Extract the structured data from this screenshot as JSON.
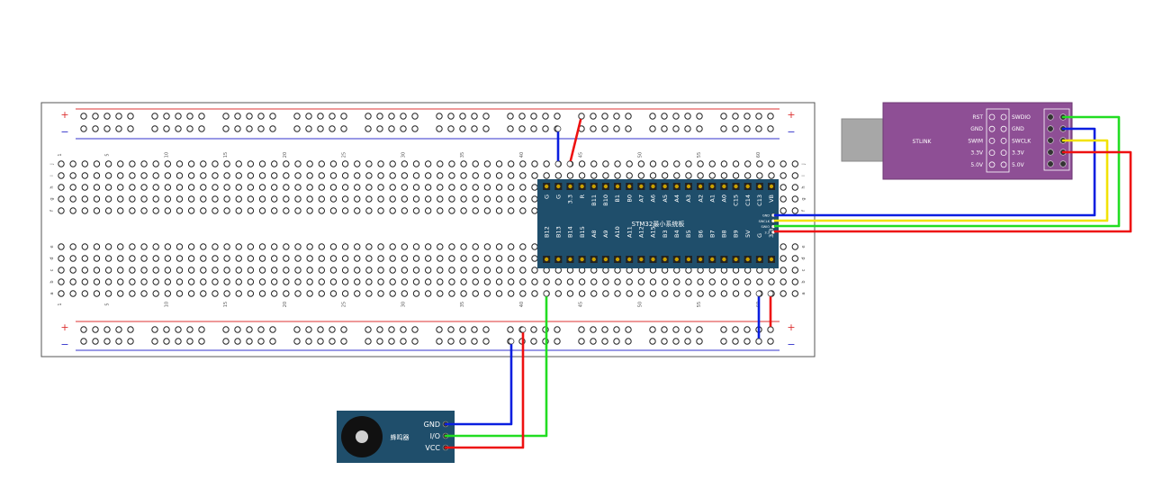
{
  "breadboard": {
    "rail_plus": "+",
    "rail_minus": "−",
    "column_numbers": [
      "1",
      "5",
      "10",
      "15",
      "20",
      "25",
      "30",
      "35",
      "40",
      "45",
      "50",
      "55",
      "60"
    ],
    "row_letters_top": [
      "j",
      "i",
      "h",
      "g",
      "f"
    ],
    "row_letters_bottom": [
      "e",
      "d",
      "c",
      "b",
      "a"
    ]
  },
  "stm32": {
    "title": "STM32最小系统板",
    "top_pins": [
      "G",
      "G",
      "3.3",
      "R",
      "B11",
      "B10",
      "B1",
      "B0",
      "A7",
      "A6",
      "A5",
      "A4",
      "A3",
      "A2",
      "A1",
      "A0",
      "C15",
      "C14",
      "C13",
      "VB"
    ],
    "bottom_pins": [
      "B12",
      "B13",
      "B14",
      "B15",
      "A8",
      "A9",
      "A10",
      "A11",
      "A12",
      "A15",
      "B3",
      "B4",
      "B5",
      "B6",
      "B7",
      "B8",
      "B9",
      "5V",
      "G",
      "3.3"
    ],
    "side_pins": [
      "GND",
      "SWCLK",
      "SWIO",
      "3.3"
    ],
    "color": "#1f4e6b"
  },
  "stlink": {
    "name": "STLINK",
    "left_labels": [
      "RST",
      "GND",
      "SWIM",
      "3.3V",
      "5.0V"
    ],
    "right_labels": [
      "SWDIO",
      "GND",
      "SWCLK",
      "3.3V",
      "5.0V"
    ],
    "color": "#8e4f95"
  },
  "buzzer": {
    "name": "蜂鸣器",
    "pins": [
      "GND",
      "I/O",
      "VCC"
    ],
    "color": "#1f4e6b"
  },
  "wire_colors": {
    "gnd": "#0a1ee0",
    "vcc": "#ee1111",
    "data": "#22dd22",
    "clock": "#f2e200"
  }
}
